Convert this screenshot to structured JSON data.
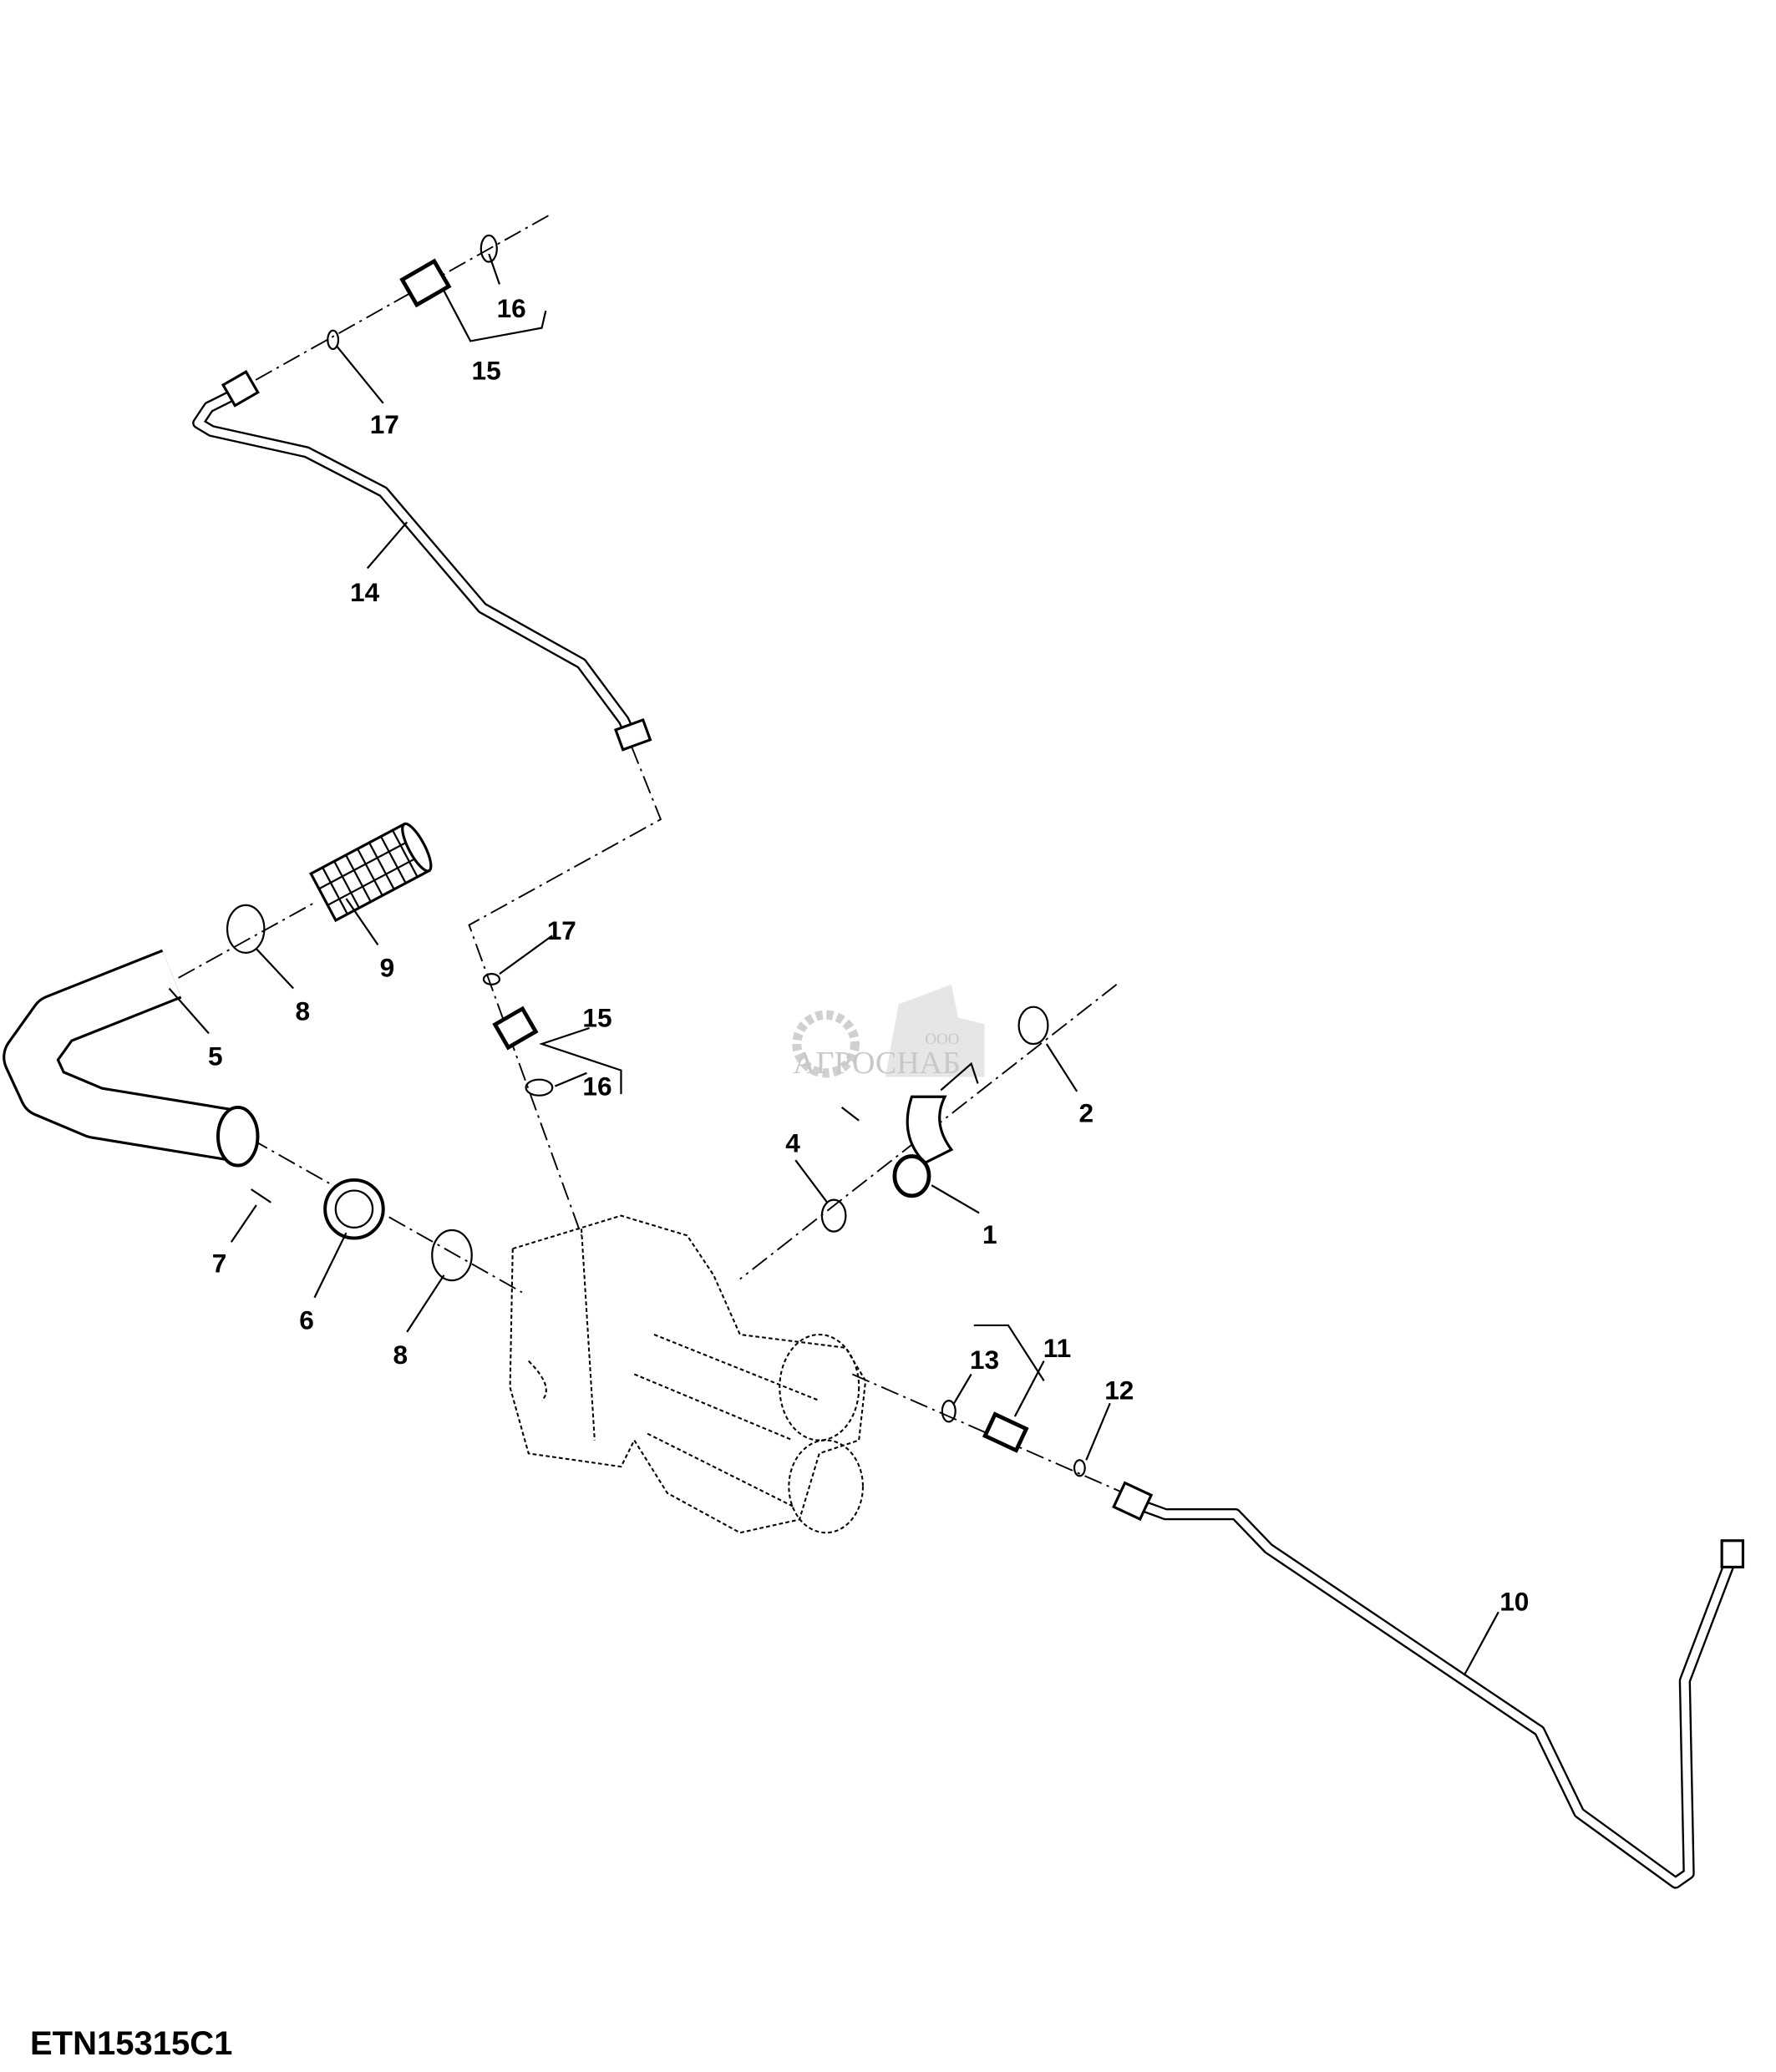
{
  "figure_id": "ETN15315C1",
  "watermark": {
    "prefix": "ООО",
    "name": "АГРОСНАБ"
  },
  "callouts": [
    "16",
    "15",
    "17",
    "14",
    "9",
    "8",
    "5",
    "17",
    "15",
    "16",
    "2",
    "4",
    "1",
    "7",
    "6",
    "8",
    "13",
    "11",
    "12",
    "10"
  ],
  "colors": {
    "line": "#000000",
    "watermark": "#c8c8c8"
  }
}
